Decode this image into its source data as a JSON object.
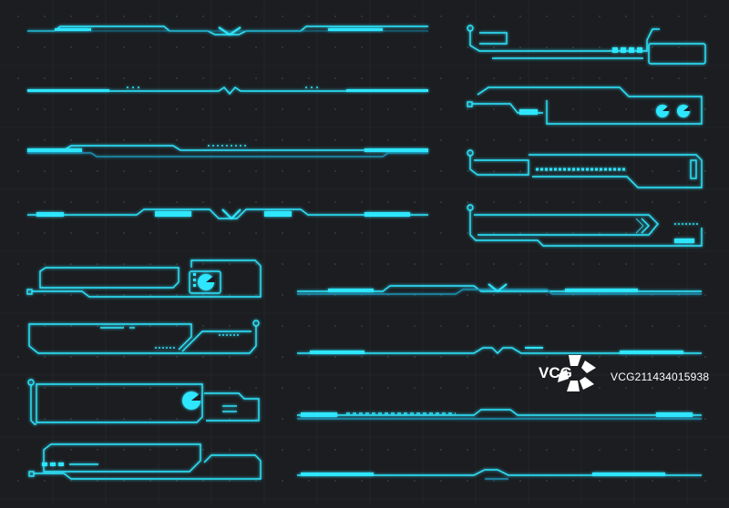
{
  "colors": {
    "background": "#1b1d20",
    "grid": "#2a2d31",
    "dots": "#4a4e54",
    "neon": "#2ee6ff",
    "neon_dim": "#1a8fb0",
    "watermark": "#ffffff"
  },
  "watermark": {
    "brand": "VCG",
    "id_text": "VCG211434015938",
    "logo": "vcg-flower-logo"
  }
}
